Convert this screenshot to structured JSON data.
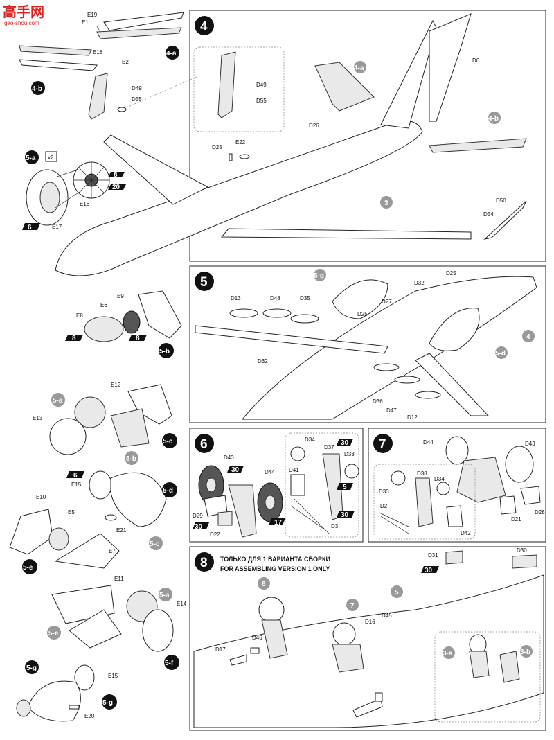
{
  "watermark": {
    "chars": "高手网",
    "url": "gao-shou.com"
  },
  "step_numbers": [
    "4",
    "5",
    "6",
    "7",
    "8"
  ],
  "sub_badges": {
    "b4a_left": "4-a",
    "b4b_left": "4-b",
    "b5a": "5-a",
    "b5b": "5-b",
    "b5c": "5-c",
    "b5d": "5-d",
    "b5e": "5-e",
    "b5f": "5-f",
    "b5g": "5-g",
    "s4_4a": "4-a",
    "s4_4b": "4-b",
    "s4_3": "3",
    "s5_5g": "5-g",
    "s5_5d": "5-d",
    "s5_4": "4",
    "c5c_5a": "5-a",
    "c5c_5b": "5-b",
    "c5d_5c": "5-c",
    "c5f_5a": "5-a",
    "c5f_5e": "5-e",
    "s8_6": "6",
    "s8_7": "7",
    "s8_5": "5",
    "s8_3a": "3-a",
    "s8_3b": "3-b"
  },
  "quantity": "x2",
  "paint": {
    "p8a": "8",
    "p20": "20",
    "p6a": "6",
    "p8b": "8",
    "p8c": "8",
    "p6b": "6",
    "p30a": "30",
    "p17": "17",
    "p30b": "30",
    "p30c": "30",
    "p5": "5",
    "p30d": "30",
    "p30e": "30"
  },
  "labels": {
    "E19": "E19",
    "E1": "E1",
    "E18": "E18",
    "E2": "E2",
    "D49": "D49",
    "D55": "D55",
    "E16": "E16",
    "E17": "E17",
    "E9": "E9",
    "E6": "E6",
    "E8": "E8",
    "E12": "E12",
    "E13": "E13",
    "E15a": "E15",
    "E21": "E21",
    "E10": "E10",
    "E5": "E5",
    "E7": "E7",
    "E11": "E11",
    "E14": "E14",
    "E15b": "E15",
    "E20": "E20",
    "D49b": "D49",
    "D55b": "D55",
    "D6": "D6",
    "D26": "D26",
    "D25a": "D25",
    "E22": "E22",
    "D50": "D50",
    "D54": "D54",
    "D25b": "D25",
    "D13": "D13",
    "D48": "D48",
    "D35": "D35",
    "D32a": "D32",
    "D27": "D27",
    "D25c": "D25",
    "D32b": "D32",
    "D36": "D36",
    "D47": "D47",
    "D12": "D12",
    "D43a": "D43",
    "D44a": "D44",
    "D29": "D29",
    "D22": "D22",
    "D34a": "D34",
    "D37": "D37",
    "D33a": "D33",
    "D41": "D41",
    "D3": "D3",
    "D44b": "D44",
    "D43b": "D43",
    "D38": "D38",
    "D34b": "D34",
    "D33b": "D33",
    "D2": "D2",
    "D42": "D42",
    "D21": "D21",
    "D28": "D28",
    "D31": "D31",
    "D30": "D30",
    "D16": "D16",
    "D45": "D45",
    "D46": "D46",
    "D17": "D17"
  },
  "step8_note": {
    "ru": "ТОЛЬКО ДЛЯ 1 ВАРИАНТА СБОРКИ",
    "en": "FOR ASSEMBLING VERSION 1 ONLY"
  }
}
